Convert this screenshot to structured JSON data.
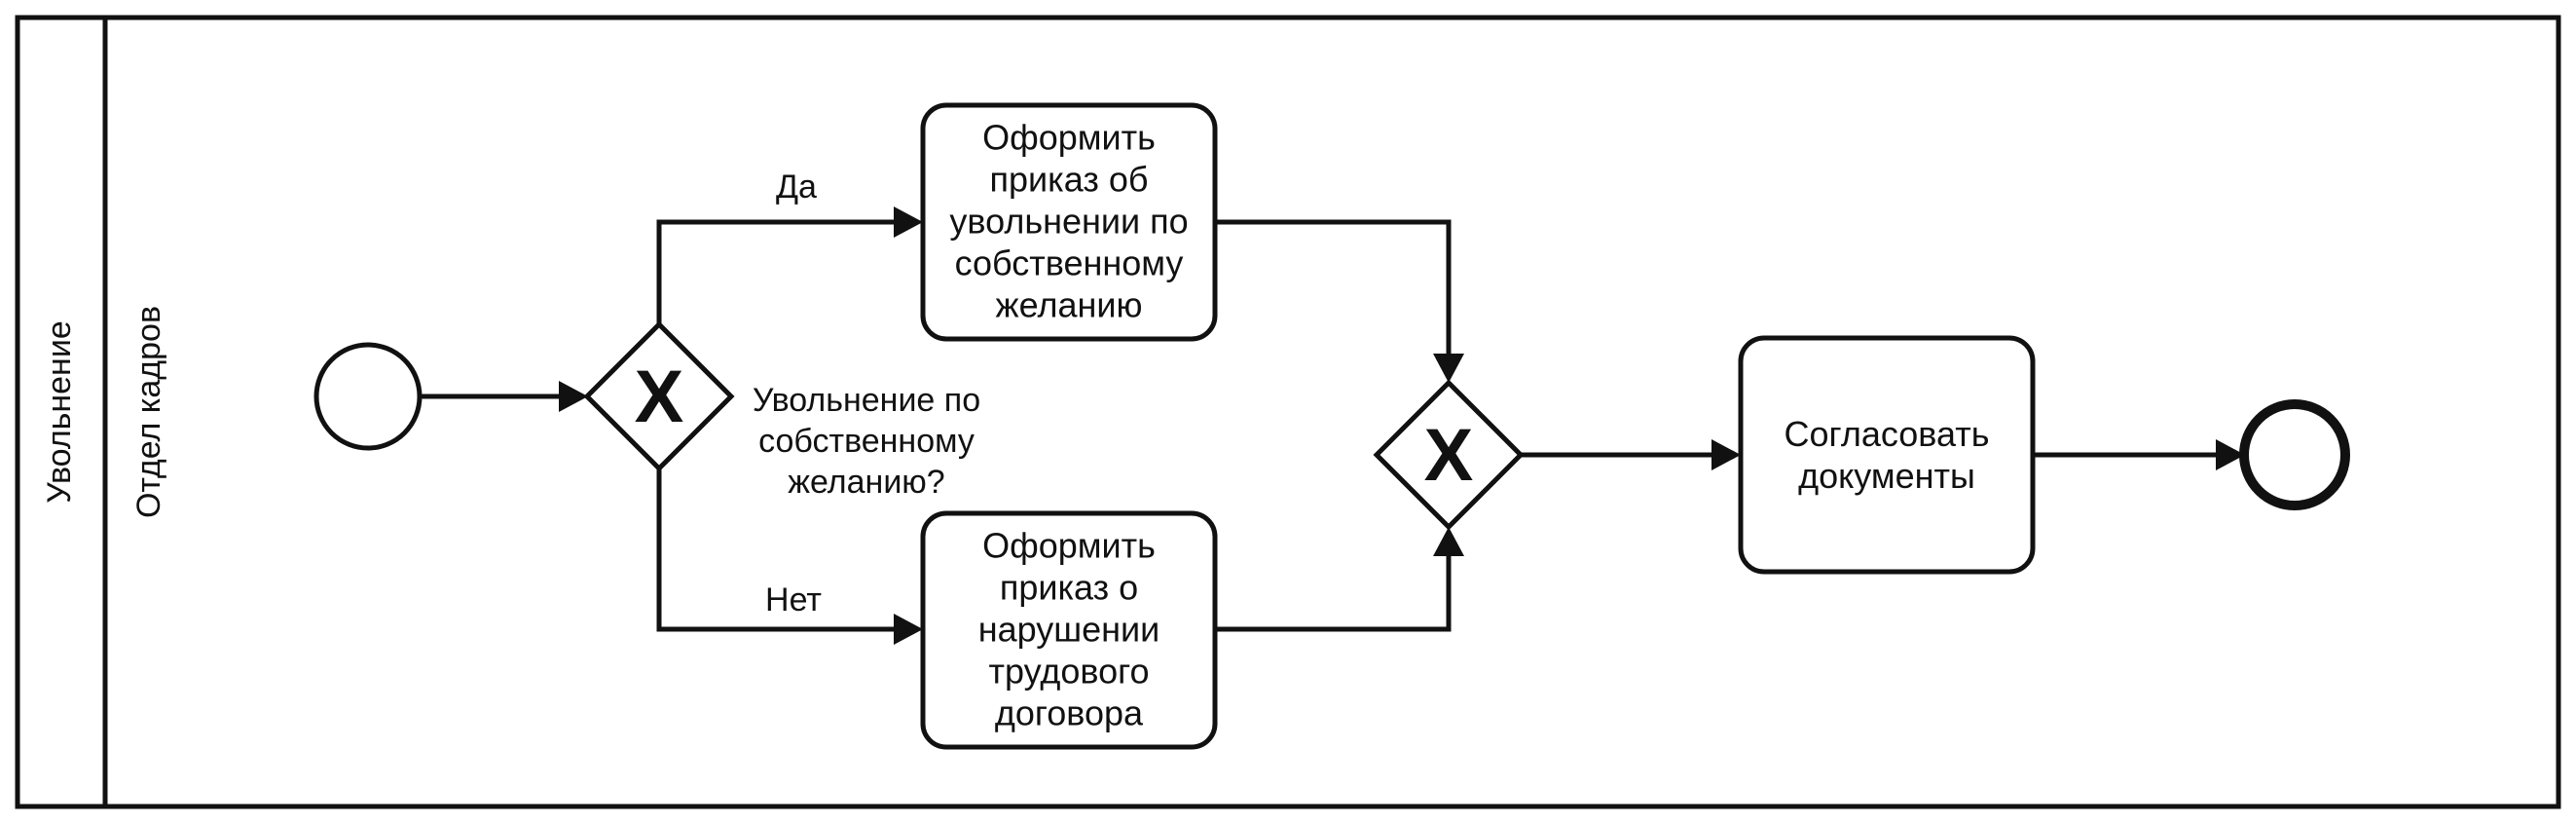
{
  "pool": {
    "label": "Увольнение"
  },
  "lane": {
    "label": "Отдел кадров"
  },
  "gateway_split": {
    "marker": "X",
    "question": [
      "Увольнение по",
      "собственному",
      "желанию?"
    ]
  },
  "gateway_merge": {
    "marker": "X"
  },
  "flows": {
    "yes_label": "Да",
    "no_label": "Нет"
  },
  "tasks": {
    "resign": [
      "Оформить",
      "приказ об",
      "увольнении по",
      "собственному",
      "желанию"
    ],
    "violation": [
      "Оформить",
      "приказ о",
      "нарушении",
      "трудового",
      "договора"
    ],
    "approve": [
      "Согласовать",
      "документы"
    ]
  },
  "colors": {
    "stroke": "#111111",
    "fill": "#ffffff"
  }
}
